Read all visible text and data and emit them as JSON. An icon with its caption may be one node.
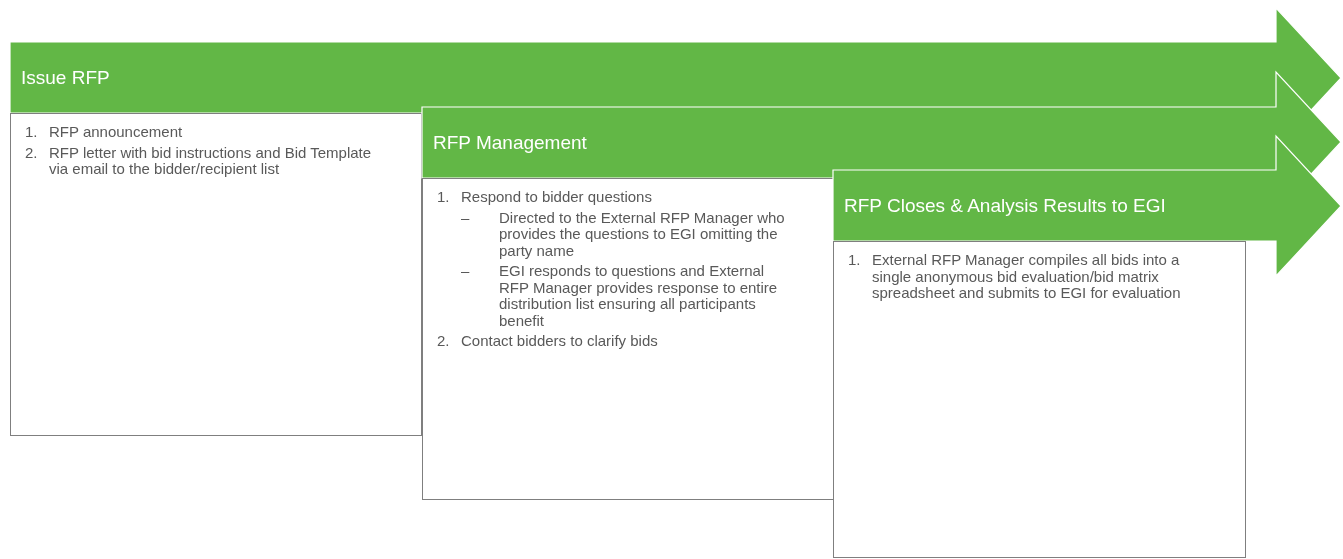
{
  "diagram": {
    "nodes": [
      {
        "text": [
          "Issue RFP"
        ]
      },
      {
        "text": [
          "1. RFP announcement",
          "2. RFP letter with bid instructions and Bid Template via email to the bidder/recipient list"
        ]
      },
      {
        "text": [
          "RFP Management"
        ]
      },
      {
        "text": [
          "1. Respond to bidder questions",
          "– Directed to the External RFP Manager who provides the questions to EGI omitting the party name",
          "– EGI responds to questions and External RFP Manager provides response to entire distribution list ensuring all participants benefit",
          "2. Contact bidders to clarify bids"
        ]
      },
      {
        "text": [
          "RFP Closes & Analysis Results to EGI"
        ]
      },
      {
        "text": [
          "1. External RFP Manager compiles all bids into a single anonymous bid evaluation/bid matrix spreadsheet and submits to EGI for evaluation"
        ]
      }
    ]
  }
}
